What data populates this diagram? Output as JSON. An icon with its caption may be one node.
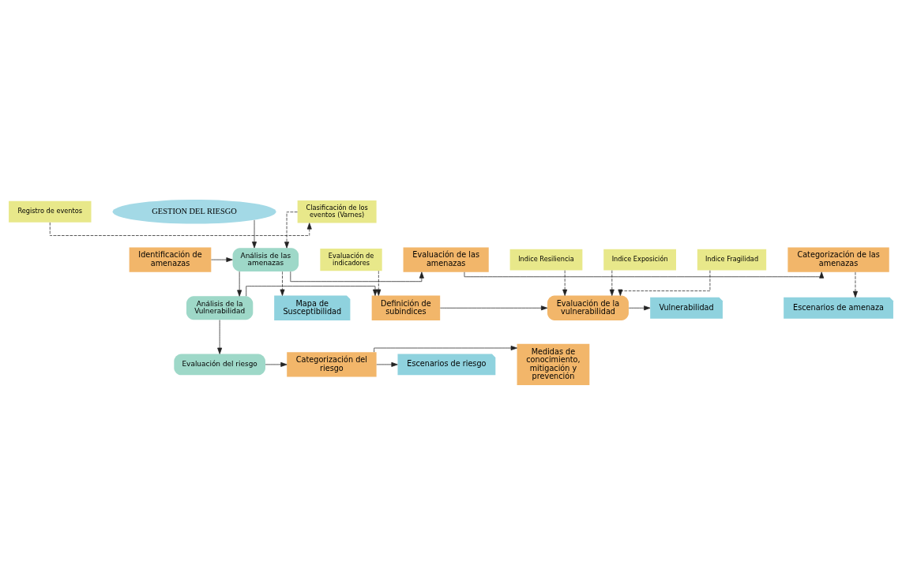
{
  "diagram": {
    "nodes": [
      {
        "text": [
          "GESTION DEL RIESGO"
        ]
      },
      {
        "text": [
          "Análisis de las amenazas"
        ]
      },
      {
        "text": [
          "Clasificación de los eventos (Varnes)"
        ]
      },
      {
        "text": [
          "Registro de eventos"
        ]
      },
      {
        "text": [
          "Identificación de amenazas"
        ]
      },
      {
        "text": [
          "Evaluación de las amenazas"
        ]
      },
      {
        "text": [
          "Categorización de las amenazas"
        ]
      },
      {
        "text": [
          "Mapa de Susceptibilidad"
        ]
      },
      {
        "text": [
          "Escenarios de amenaza"
        ]
      },
      {
        "text": [
          "Análisis de la Vulnerabilidad"
        ]
      },
      {
        "text": [
          "Definición de subindices"
        ]
      },
      {
        "text": [
          "Evaluación de la vulnerabilidad"
        ]
      },
      {
        "text": [
          "Vulnerabilidad"
        ]
      },
      {
        "text": [
          "Evaluación de indicadores"
        ]
      },
      {
        "text": [
          "Indice Exposición"
        ]
      },
      {
        "text": [
          "Indice Fragilidad"
        ]
      },
      {
        "text": [
          "Indice Resiliencia"
        ]
      },
      {
        "text": [
          "Evaluación del riesgo"
        ]
      },
      {
        "text": [
          "Categorización del riesgo"
        ]
      },
      {
        "text": [
          "Medidas de conocimiento, mitigación y prevención"
        ]
      },
      {
        "text": [
          "Escenarios de riesgo"
        ]
      }
    ],
    "edges": [
      {
        "from": 0,
        "to": 1,
        "arrow": "to"
      },
      {
        "from": 4,
        "to": 1,
        "arrow": "to"
      },
      {
        "from": 2,
        "to": 1,
        "arrow": "to",
        "style": "dashed"
      },
      {
        "from": 3,
        "to": 2,
        "arrow": "to",
        "style": "dashed"
      },
      {
        "from": 1,
        "to": 5,
        "arrow": "to"
      },
      {
        "from": 1,
        "to": 7,
        "arrow": "to",
        "style": "dashed"
      },
      {
        "from": 5,
        "to": 6,
        "arrow": "to"
      },
      {
        "from": 6,
        "to": 8,
        "arrow": "to",
        "style": "dashed"
      },
      {
        "from": 1,
        "to": 9,
        "arrow": "to"
      },
      {
        "from": 9,
        "to": 10,
        "arrow": "to"
      },
      {
        "from": 13,
        "to": 10,
        "arrow": "to",
        "style": "dashed"
      },
      {
        "from": 10,
        "to": 11,
        "arrow": "to"
      },
      {
        "from": 14,
        "to": 11,
        "arrow": "to",
        "style": "dashed"
      },
      {
        "from": 15,
        "to": 11,
        "arrow": "to",
        "style": "dashed"
      },
      {
        "from": 16,
        "to": 11,
        "arrow": "to",
        "style": "dashed"
      },
      {
        "from": 11,
        "to": 12,
        "arrow": "to"
      },
      {
        "from": 9,
        "to": 17,
        "arrow": "to"
      },
      {
        "from": 17,
        "to": 18,
        "arrow": "to"
      },
      {
        "from": 18,
        "to": 19,
        "arrow": "to"
      },
      {
        "from": 18,
        "to": 20,
        "arrow": "to"
      }
    ]
  }
}
